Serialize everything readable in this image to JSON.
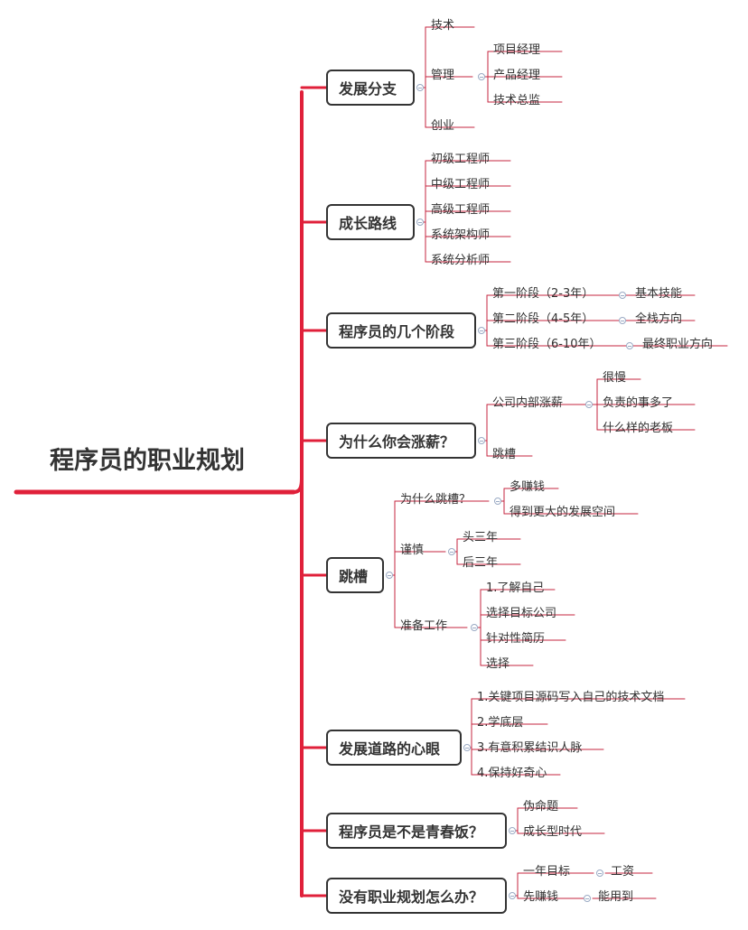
{
  "root": "程序员的职业规划",
  "colors": {
    "trunk": "#e0203a",
    "branch": "#c6263f",
    "text": "#333333",
    "toggle": "#9aaac4"
  },
  "icons": {
    "collapse": "collapse-toggle-icon"
  },
  "branches": [
    {
      "label": "发展分支",
      "children": [
        {
          "label": "技术"
        },
        {
          "label": "管理",
          "children": [
            {
              "label": "项目经理"
            },
            {
              "label": "产品经理"
            },
            {
              "label": "技术总监"
            }
          ]
        },
        {
          "label": "创业"
        }
      ]
    },
    {
      "label": "成长路线",
      "children": [
        {
          "label": "初级工程师"
        },
        {
          "label": "中级工程师"
        },
        {
          "label": "高级工程师"
        },
        {
          "label": "系统架构师"
        },
        {
          "label": "系统分析师"
        }
      ]
    },
    {
      "label": "程序员的几个阶段",
      "children": [
        {
          "label": "第一阶段（2-3年）",
          "children": [
            {
              "label": "基本技能"
            }
          ]
        },
        {
          "label": "第二阶段（4-5年）",
          "children": [
            {
              "label": "全栈方向"
            }
          ]
        },
        {
          "label": "第三阶段（6-10年）",
          "children": [
            {
              "label": "最终职业方向"
            }
          ]
        }
      ]
    },
    {
      "label": "为什么你会涨薪？",
      "children": [
        {
          "label": "公司内部涨薪",
          "children": [
            {
              "label": "很慢"
            },
            {
              "label": "负责的事多了"
            },
            {
              "label": "什么样的老板"
            }
          ]
        },
        {
          "label": "跳槽"
        }
      ]
    },
    {
      "label": "跳槽",
      "children": [
        {
          "label": "为什么跳槽？",
          "children": [
            {
              "label": "多赚钱"
            },
            {
              "label": "得到更大的发展空间"
            }
          ]
        },
        {
          "label": "谨慎",
          "children": [
            {
              "label": "头三年"
            },
            {
              "label": "后三年"
            }
          ]
        },
        {
          "label": "准备工作",
          "children": [
            {
              "label": "1.了解自己"
            },
            {
              "label": "选择目标公司"
            },
            {
              "label": "针对性简历"
            },
            {
              "label": "选择"
            }
          ]
        }
      ]
    },
    {
      "label": "发展道路的心眼",
      "children": [
        {
          "label": "1.关键项目源码写入自己的技术文档"
        },
        {
          "label": "2.学底层"
        },
        {
          "label": "3.有意积累结识人脉"
        },
        {
          "label": "4.保持好奇心"
        }
      ]
    },
    {
      "label": "程序员是不是青春饭？",
      "children": [
        {
          "label": "伪命题"
        },
        {
          "label": "成长型时代"
        }
      ]
    },
    {
      "label": "没有职业规划怎么办？",
      "children": [
        {
          "label": "一年目标",
          "children": [
            {
              "label": "工资"
            }
          ]
        },
        {
          "label": "先赚钱",
          "children": [
            {
              "label": "能用到"
            }
          ]
        }
      ]
    }
  ]
}
